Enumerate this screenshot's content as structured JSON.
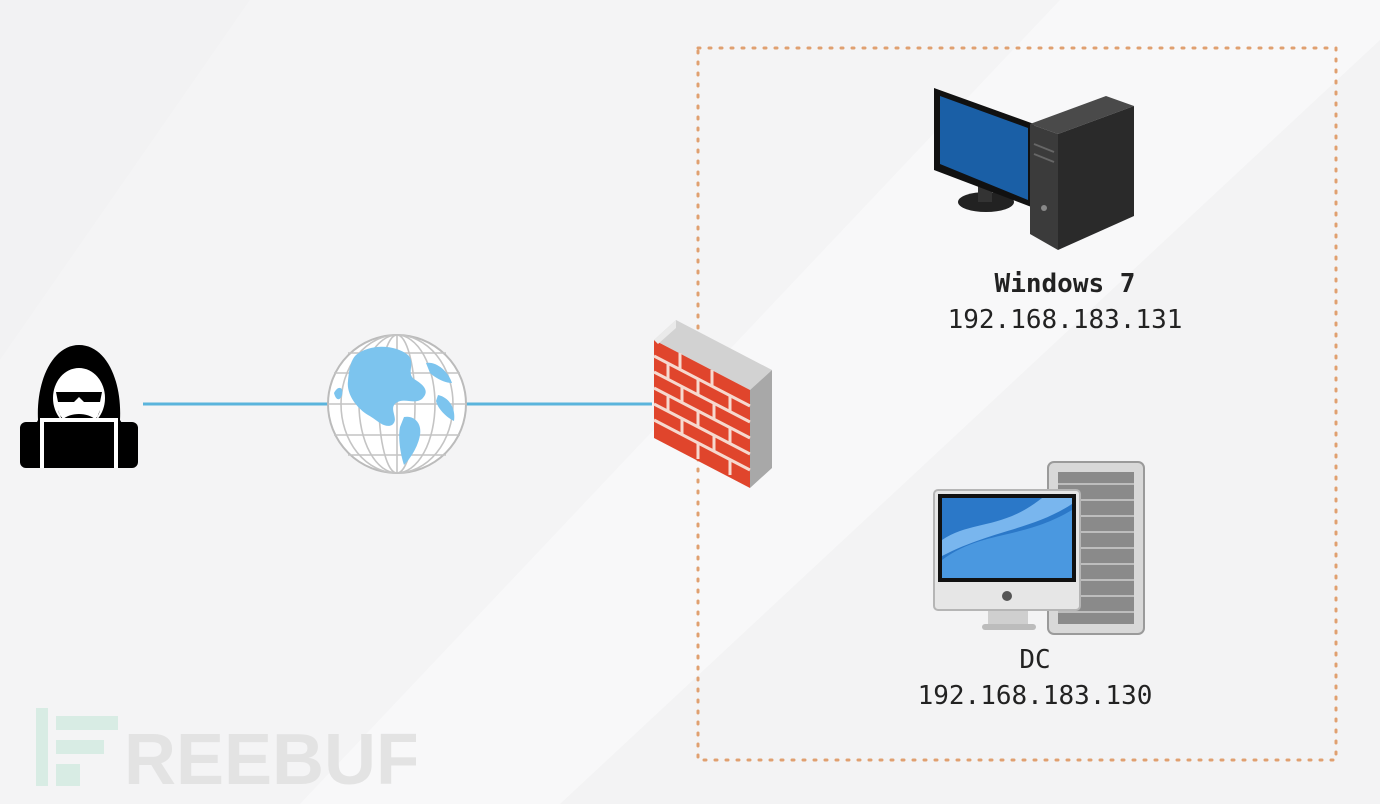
{
  "nodes": {
    "attacker": {
      "icon": "hacker-icon"
    },
    "internet": {
      "icon": "globe-icon"
    },
    "firewall": {
      "icon": "firewall-icon"
    },
    "win7": {
      "icon": "desktop-computer-icon",
      "name": "Windows 7",
      "ip": "192.168.183.131"
    },
    "dc": {
      "icon": "mac-pro-server-icon",
      "name": "DC",
      "ip": "192.168.183.130"
    }
  },
  "watermark": {
    "text": "REEBUF"
  },
  "colors": {
    "link": "#5ab4dc",
    "boundary": "#e0a070",
    "brick": "#e0452c",
    "globe_land": "#7cc4ee",
    "screen": "#1a5fa6"
  }
}
